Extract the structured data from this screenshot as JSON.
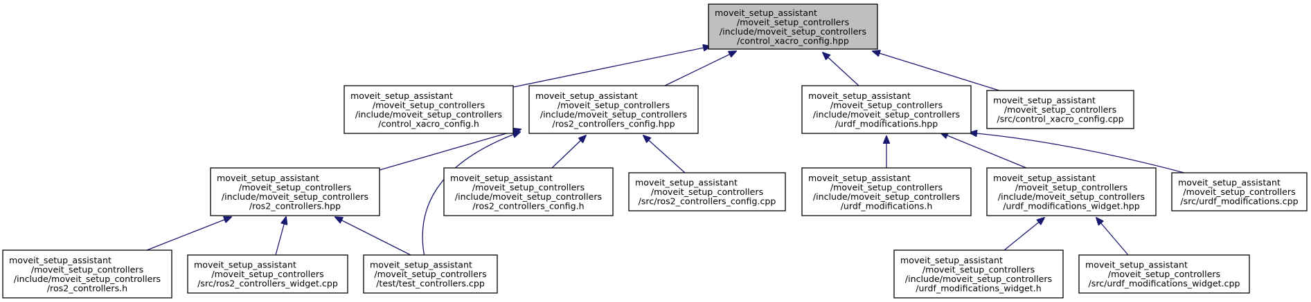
{
  "diagram": {
    "colors": {
      "edge": "#191970",
      "node_border": "#000000",
      "root_fill": "#bfbfbf",
      "node_fill": "#ffffff"
    },
    "nodes": [
      {
        "id": "n0",
        "root": true,
        "lines": [
          "moveit_setup_assistant",
          "/moveit_setup_controllers",
          "/include/moveit_setup_controllers",
          "/control_xacro_config.hpp"
        ]
      },
      {
        "id": "n1",
        "lines": [
          "moveit_setup_assistant",
          "/moveit_setup_controllers",
          "/include/moveit_setup_controllers",
          "/control_xacro_config.h"
        ]
      },
      {
        "id": "n2",
        "lines": [
          "moveit_setup_assistant",
          "/moveit_setup_controllers",
          "/include/moveit_setup_controllers",
          "/ros2_controllers_config.hpp"
        ]
      },
      {
        "id": "n3",
        "lines": [
          "moveit_setup_assistant",
          "/moveit_setup_controllers",
          "/include/moveit_setup_controllers",
          "/urdf_modifications.hpp"
        ]
      },
      {
        "id": "n4",
        "lines": [
          "moveit_setup_assistant",
          "/moveit_setup_controllers",
          "/src/control_xacro_config.cpp"
        ]
      },
      {
        "id": "n5",
        "lines": [
          "moveit_setup_assistant",
          "/moveit_setup_controllers",
          "/include/moveit_setup_controllers",
          "/ros2_controllers.hpp"
        ]
      },
      {
        "id": "n6",
        "lines": [
          "moveit_setup_assistant",
          "/moveit_setup_controllers",
          "/include/moveit_setup_controllers",
          "/ros2_controllers_config.h"
        ]
      },
      {
        "id": "n7",
        "lines": [
          "moveit_setup_assistant",
          "/moveit_setup_controllers",
          "/src/ros2_controllers_config.cpp"
        ]
      },
      {
        "id": "n8",
        "lines": [
          "moveit_setup_assistant",
          "/moveit_setup_controllers",
          "/include/moveit_setup_controllers",
          "/urdf_modifications.h"
        ]
      },
      {
        "id": "n9",
        "lines": [
          "moveit_setup_assistant",
          "/moveit_setup_controllers",
          "/include/moveit_setup_controllers",
          "/urdf_modifications_widget.hpp"
        ]
      },
      {
        "id": "n10",
        "lines": [
          "moveit_setup_assistant",
          "/moveit_setup_controllers",
          "/src/urdf_modifications.cpp"
        ]
      },
      {
        "id": "n11",
        "lines": [
          "moveit_setup_assistant",
          "/moveit_setup_controllers",
          "/include/moveit_setup_controllers",
          "/ros2_controllers.h"
        ]
      },
      {
        "id": "n12",
        "lines": [
          "moveit_setup_assistant",
          "/moveit_setup_controllers",
          "/src/ros2_controllers_widget.cpp"
        ]
      },
      {
        "id": "n13",
        "lines": [
          "moveit_setup_assistant",
          "/moveit_setup_controllers",
          "/test/test_controllers.cpp"
        ]
      },
      {
        "id": "n14",
        "lines": [
          "moveit_setup_assistant",
          "/moveit_setup_controllers",
          "/include/moveit_setup_controllers",
          "/urdf_modifications_widget.h"
        ]
      },
      {
        "id": "n15",
        "lines": [
          "moveit_setup_assistant",
          "/moveit_setup_controllers",
          "/src/urdf_modifications_widget.cpp"
        ]
      }
    ],
    "edges": [
      {
        "from": "n1",
        "to": "n0"
      },
      {
        "from": "n2",
        "to": "n0"
      },
      {
        "from": "n3",
        "to": "n0"
      },
      {
        "from": "n4",
        "to": "n0"
      },
      {
        "from": "n5",
        "to": "n2"
      },
      {
        "from": "n13",
        "to": "n2"
      },
      {
        "from": "n6",
        "to": "n2"
      },
      {
        "from": "n7",
        "to": "n2"
      },
      {
        "from": "n8",
        "to": "n3"
      },
      {
        "from": "n9",
        "to": "n3"
      },
      {
        "from": "n10",
        "to": "n3"
      },
      {
        "from": "n11",
        "to": "n5"
      },
      {
        "from": "n12",
        "to": "n5"
      },
      {
        "from": "n13",
        "to": "n5"
      },
      {
        "from": "n14",
        "to": "n9"
      },
      {
        "from": "n15",
        "to": "n9"
      }
    ]
  }
}
